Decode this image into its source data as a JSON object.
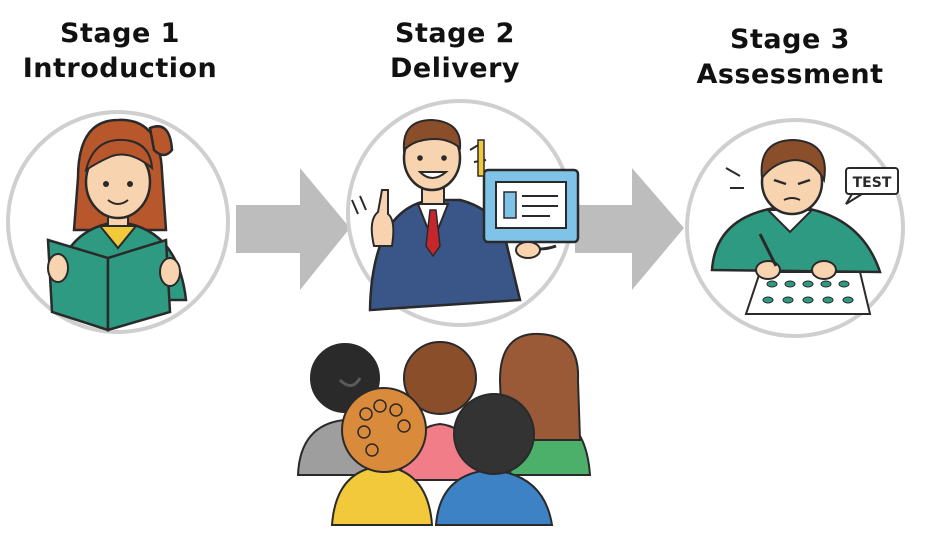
{
  "stages": [
    {
      "number": "Stage 1",
      "name": "Introduction"
    },
    {
      "number": "Stage 2",
      "name": "Delivery"
    },
    {
      "number": "Stage 3",
      "name": "Assessment"
    }
  ],
  "test_badge": "TEST",
  "colors": {
    "outline": "#2a2a2a",
    "teal": "#2f9a82",
    "arrow": "#bdbdbd",
    "suit": "#3a5587",
    "tie": "#c8262d",
    "hair_brown": "#8a4e2a",
    "hair_red": "#c96a3a",
    "screen": "#7fc4e8"
  }
}
